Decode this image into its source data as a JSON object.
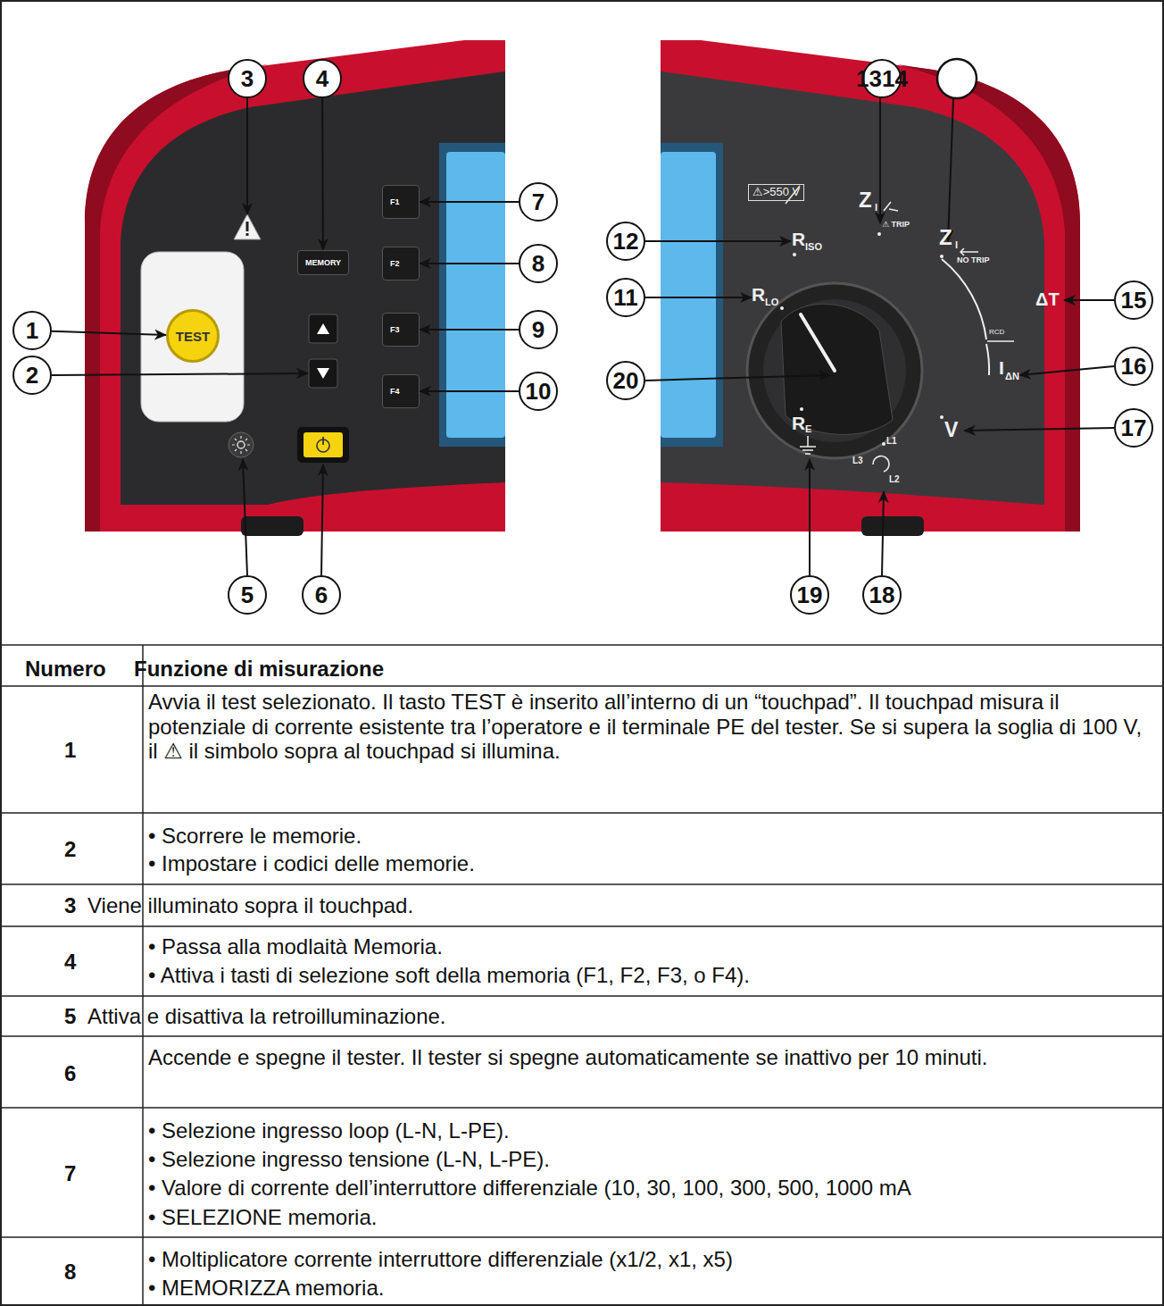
{
  "diagram": {
    "nodes": [
      {
        "text": [
          "3"
        ]
      },
      {
        "text": [
          "4"
        ]
      },
      {
        "text": [
          "7"
        ]
      },
      {
        "text": [
          "8"
        ]
      },
      {
        "text": [
          "9"
        ]
      },
      {
        "text": [
          "10"
        ]
      },
      {
        "text": [
          "1"
        ]
      },
      {
        "text": [
          "2"
        ]
      },
      {
        "text": [
          "5"
        ]
      },
      {
        "text": [
          "6"
        ]
      },
      {
        "text": [
          "TEST"
        ]
      },
      {
        "text": [
          "MEMORY"
        ]
      },
      {
        "text": [
          "F1"
        ]
      },
      {
        "text": [
          "F2"
        ]
      },
      {
        "text": [
          "F3"
        ]
      },
      {
        "text": [
          "F4"
        ]
      },
      {
        "text": [
          "1314"
        ]
      },
      {
        "text": [
          "12"
        ]
      },
      {
        "text": [
          "11"
        ]
      },
      {
        "text": [
          "20"
        ]
      },
      {
        "text": [
          "15"
        ]
      },
      {
        "text": [
          "16"
        ]
      },
      {
        "text": [
          "17"
        ]
      },
      {
        "text": [
          "19"
        ]
      },
      {
        "text": [
          "18"
        ]
      }
    ],
    "edges": [
      {
        "from": 6,
        "to": 10,
        "arrow": "to"
      },
      {
        "from": 1,
        "to": 11,
        "arrow": "to"
      },
      {
        "from": 2,
        "to": 12,
        "arrow": "to"
      },
      {
        "from": 3,
        "to": 13,
        "arrow": "to"
      },
      {
        "from": 4,
        "to": 14,
        "arrow": "to"
      },
      {
        "from": 5,
        "to": 15,
        "arrow": "to"
      }
    ],
    "labels": [
      "⚠>550 V",
      "Z",
      "I",
      "⚠ TRIP",
      "Z",
      "I",
      "NO TRIP",
      "R",
      "ISO",
      "R",
      "LO",
      "ΔT",
      "RCD",
      "I",
      "ΔN",
      "V",
      "R",
      "E",
      "L1",
      "L3",
      "L2",
      "Numero",
      "Funzione di misurazione",
      "1",
      "Avvia il test selezionato. Il tasto TEST è inserito all’interno di un “touchpad”. Il touchpad misura il potenziale di corrente esistente tra l’operatore e il terminale PE del tester. Se si supera la soglia di 100 V, il ⚠ il simbolo sopra al touchpad si illumina.",
      "2",
      "• Scorrere le memorie.",
      "• Impostare i codici delle memorie.",
      "3",
      "Viene illuminato sopra il touchpad.",
      "4",
      "• Passa alla modlaità Memoria.",
      "• Attiva i tasti di selezione soft della memoria (F1, F2, F3, o F4).",
      "5",
      "Attiva e disattiva la retroilluminazione.",
      "6",
      "Accende e spegne il tester. Il tester si spegne automaticamente se inattivo per 10 minuti.",
      "7",
      "• Selezione ingresso loop (L-N, L-PE).",
      "• Selezione ingresso tensione (L-N, L-PE).",
      "• Valore di corrente dell’interruttore differenziale (10, 30, 100, 300, 500, 1000 mA",
      "• SELEZIONE memoria.",
      "8",
      "• Moltiplicatore corrente interruttore differenziale (x1/2, x1, x5)",
      "• MEMORIZZA memoria."
    ]
  }
}
